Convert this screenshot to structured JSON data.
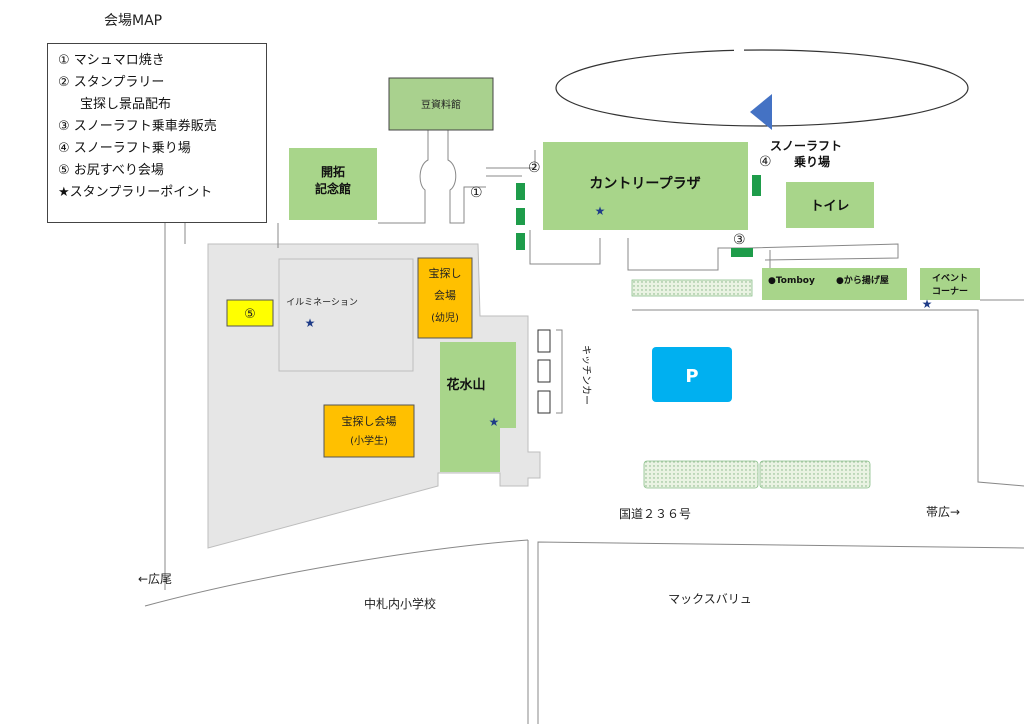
{
  "map_title": "会場MAP",
  "legend": {
    "items": [
      "① マシュマロ焼き",
      "② スタンプラリー",
      "宝探し景品配布",
      "③ スノーラフト乗車券販売",
      "④ スノーラフト乗り場",
      "⑤ お尻すべり会場",
      "★スタンプラリーポイント"
    ]
  },
  "labels": {
    "mameshiryokan": "豆資料館",
    "kaitaku_line1": "開拓",
    "kaitaku_line2": "記念館",
    "country_plaza": "カントリープラザ",
    "toilet": "トイレ",
    "snowraft_line1": "スノーラフト",
    "snowraft_line2": "乗り場",
    "marker1": "①",
    "marker2": "②",
    "marker3": "③",
    "marker4": "④",
    "marker5": "⑤",
    "tomboy": "●Tomboy",
    "karaage": "●から揚げ屋",
    "event_line1": "イベント",
    "event_line2": "コーナー",
    "illumination": "イルミネーション",
    "takara_yoji_line1": "宝探し",
    "takara_yoji_line2": "会場",
    "takara_yoji_line3": "(幼児)",
    "kasuiyama": "花水山",
    "takara_sho_line1": "宝探し会場",
    "takara_sho_line2": "(小学生)",
    "kitchen_car": "キッチンカー",
    "parking": "P",
    "route236": "国道２３６号",
    "obihiro": "帯広→",
    "hiroo": "←広尾",
    "school": "中札内小学校",
    "maxvalu": "マックスバリュ",
    "star": "★"
  },
  "colors": {
    "green": "#a8d58a",
    "dark_green_building": "#a9d18e",
    "stall_green": "#1e9c4a",
    "orange": "#ffc000",
    "yellow": "#ffff00",
    "gray_area": "#e6e6e6",
    "parking_blue": "#00b0f0",
    "arrow_blue": "#4472c4",
    "star_blue": "#1f3c88"
  }
}
